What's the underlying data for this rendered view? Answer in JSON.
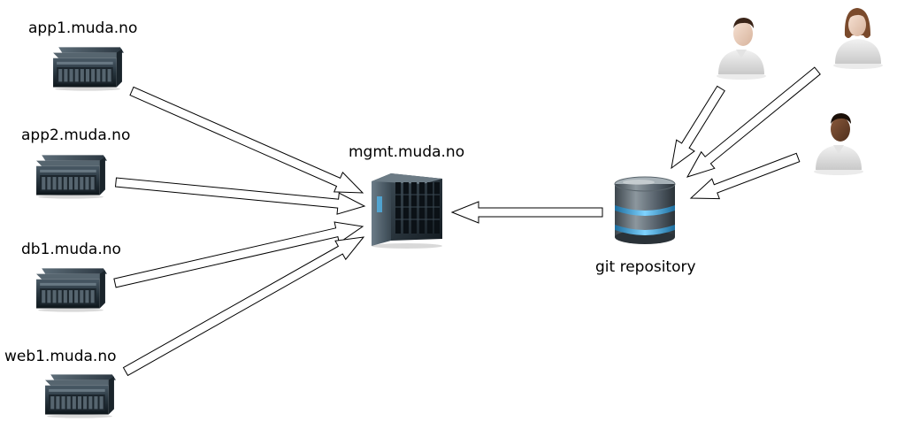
{
  "nodes": {
    "app1": {
      "label": "app1.muda.no"
    },
    "app2": {
      "label": "app2.muda.no"
    },
    "db1": {
      "label": "db1.muda.no"
    },
    "web1": {
      "label": "web1.muda.no"
    },
    "mgmt": {
      "label": "mgmt.muda.no"
    },
    "git": {
      "label": "git repository"
    }
  },
  "users": [
    {
      "icon": "user-male-icon"
    },
    {
      "icon": "user-female-icon"
    },
    {
      "icon": "user-male-dark-icon"
    }
  ],
  "colors": {
    "arrow_stroke": "#000000",
    "arrow_fill": "#ffffff",
    "server_body": "#1f2b33",
    "db_glow": "#4fb3e8"
  }
}
